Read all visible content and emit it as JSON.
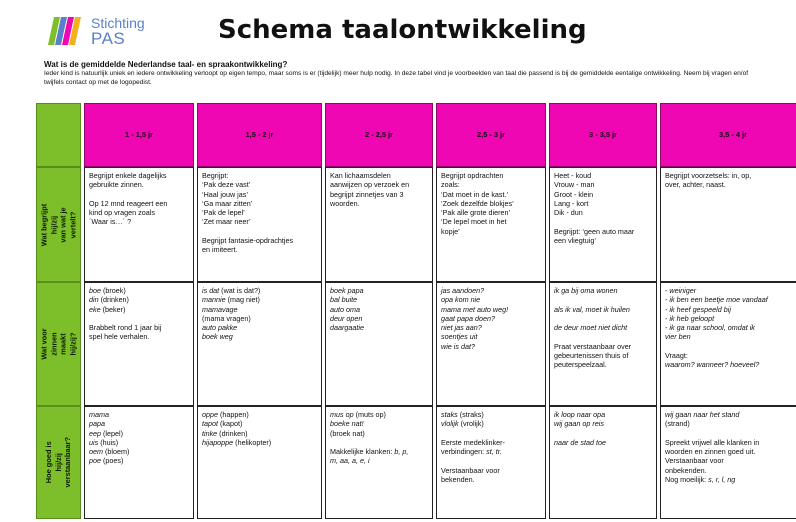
{
  "header": {
    "logo_line1": "Stichting",
    "logo_line2": "PAS",
    "title": "Schema taalontwikkeling"
  },
  "intro": {
    "question": "Wat is de gemiddelde Nederlandse taal- en spraakontwikkeling?",
    "text": "Ieder kind is natuurlijk uniek en iedere ontwikkeling verloopt op eigen tempo, maar soms is er (tijdelijk) meer hulp nodig. In deze tabel vind je voorbeelden van taal die passend is bij de gemiddelde eentalige ontwikkeling. Neem bij vragen en/of twijfels contact op met de logopedist."
  },
  "colors": {
    "green": "#7dbf2a",
    "magenta": "#ee07b2",
    "logo_blue": "#5b7fc9"
  },
  "columns": [
    "1 - 1,5 jr",
    "1,5 - 2 jr",
    "2 - 2,5 jr",
    "2,5 - 3 jr",
    "3 - 3,5 jr",
    "3,5 - 4 jr"
  ],
  "rows": [
    {
      "label": "Wat begrijpt hij/zij\nvan wat je vertelt?",
      "cells": [
        [
          [
            {
              "t": "Begrijpt enkele dagelijks"
            }
          ],
          [
            {
              "t": "gebruikte zinnen."
            }
          ],
          [
            {
              "t": ""
            }
          ],
          [
            {
              "t": "Op 12 mnd reageert een"
            }
          ],
          [
            {
              "t": "kind op vragen zoals"
            }
          ],
          [
            {
              "t": " ´Waar is…´ ?"
            }
          ]
        ],
        [
          [
            {
              "t": "Begrijpt:"
            }
          ],
          [
            {
              "t": "‘Pak deze vast’"
            }
          ],
          [
            {
              "t": "‘Haal jouw jas’"
            }
          ],
          [
            {
              "t": "‘Ga maar zitten’"
            }
          ],
          [
            {
              "t": "‘Pak de lepel’"
            }
          ],
          [
            {
              "t": "‘Zet maar neer’"
            }
          ],
          [
            {
              "t": ""
            }
          ],
          [
            {
              "t": "Begrijpt fantasie-opdrachtjes"
            }
          ],
          [
            {
              "t": "en imiteert."
            }
          ]
        ],
        [
          [
            {
              "t": "Kan lichaamsdelen"
            }
          ],
          [
            {
              "t": "aanwijzen op verzoek en"
            }
          ],
          [
            {
              "t": "begrijpt zinnetjes van 3"
            }
          ],
          [
            {
              "t": "woorden."
            }
          ]
        ],
        [
          [
            {
              "t": "Begrijpt opdrachten"
            }
          ],
          [
            {
              "t": "zoals:"
            }
          ],
          [
            {
              "t": "‘Dat moet in de kast.’"
            }
          ],
          [
            {
              "t": "‘Zoek dezelfde blokjes’"
            }
          ],
          [
            {
              "t": "‘Pak alle grote dieren’"
            }
          ],
          [
            {
              "t": "‘De lepel moet in het"
            }
          ],
          [
            {
              "t": "kopje’"
            }
          ]
        ],
        [
          [
            {
              "t": "Heet - koud"
            }
          ],
          [
            {
              "t": "Vrouw - man"
            }
          ],
          [
            {
              "t": "Groot - klein"
            }
          ],
          [
            {
              "t": "Lang - kort"
            }
          ],
          [
            {
              "t": "Dik - dun"
            }
          ],
          [
            {
              "t": ""
            }
          ],
          [
            {
              "t": "Begrijpt: ‘geen auto maar"
            }
          ],
          [
            {
              "t": "een vliegtuig’"
            }
          ]
        ],
        [
          [
            {
              "t": "Begrijpt voorzetsels: in, op,"
            }
          ],
          [
            {
              "t": "over, achter, naast."
            }
          ]
        ]
      ]
    },
    {
      "label": "Wat voor zinnen\nmaakt hij/zij?",
      "cells": [
        [
          [
            {
              "t": "boe",
              "i": true
            },
            {
              "t": " (broek)"
            }
          ],
          [
            {
              "t": "din",
              "i": true
            },
            {
              "t": " (drinken)"
            }
          ],
          [
            {
              "t": "eke",
              "i": true
            },
            {
              "t": " (beker)"
            }
          ],
          [
            {
              "t": ""
            }
          ],
          [
            {
              "t": "Brabbelt rond 1 jaar bij"
            }
          ],
          [
            {
              "t": "spel hele verhalen."
            }
          ]
        ],
        [
          [
            {
              "t": "is dat",
              "i": true
            },
            {
              "t": " (wat is dat?)"
            }
          ],
          [
            {
              "t": "mannie",
              "i": true
            },
            {
              "t": " (mag niet)"
            }
          ],
          [
            {
              "t": "mamavage",
              "i": true
            }
          ],
          [
            {
              "t": "(mama vragen)"
            }
          ],
          [
            {
              "t": "auto pakke",
              "i": true
            }
          ],
          [
            {
              "t": "boek weg",
              "i": true
            }
          ]
        ],
        [
          [
            {
              "t": "boek papa",
              "i": true
            }
          ],
          [
            {
              "t": "bal buite",
              "i": true
            }
          ],
          [
            {
              "t": "auto oma",
              "i": true
            }
          ],
          [
            {
              "t": "deur open",
              "i": true
            }
          ],
          [
            {
              "t": "daargaatie",
              "i": true
            }
          ]
        ],
        [
          [
            {
              "t": "jas aandoen?",
              "i": true
            }
          ],
          [
            {
              "t": "opa kom nie",
              "i": true
            }
          ],
          [
            {
              "t": "mama met auto weg!",
              "i": true
            }
          ],
          [
            {
              "t": "gaat papa doen?",
              "i": true
            }
          ],
          [
            {
              "t": "niet jas aan?",
              "i": true
            }
          ],
          [
            {
              "t": "soentjes uit",
              "i": true
            }
          ],
          [
            {
              "t": "wie is dat?",
              "i": true
            }
          ]
        ],
        [
          [
            {
              "t": "ik ga bij oma wonen",
              "i": true
            }
          ],
          [
            {
              "t": ""
            }
          ],
          [
            {
              "t": "als ik val, moet ik huilen",
              "i": true
            }
          ],
          [
            {
              "t": ""
            }
          ],
          [
            {
              "t": "de deur moet niet dicht",
              "i": true
            }
          ],
          [
            {
              "t": ""
            }
          ],
          [
            {
              "t": "Praat verstaanbaar over"
            }
          ],
          [
            {
              "t": "gebeurtenissen thuis of"
            }
          ],
          [
            {
              "t": "peuterspeelzaal."
            }
          ]
        ],
        [
          [
            {
              "t": "- weiniger",
              "i": true
            }
          ],
          [
            {
              "t": "- ik ben een beetje moe vandaaf",
              "i": true
            }
          ],
          [
            {
              "t": "- ik heef gespeeld bij",
              "i": true
            }
          ],
          [
            {
              "t": "- ik heb geloopt",
              "i": true
            }
          ],
          [
            {
              "t": "- ik ga naar school, omdat ik",
              "i": true
            }
          ],
          [
            {
              "t": "vier ben",
              "i": true
            }
          ],
          [
            {
              "t": ""
            }
          ],
          [
            {
              "t": "Vraagt:"
            }
          ],
          [
            {
              "t": "waarom? wanneer?  hoeveel?",
              "i": true
            }
          ]
        ]
      ]
    },
    {
      "label": "Hoe goed is hij/zij\nverstaanbaar?",
      "cells": [
        [
          [
            {
              "t": "mama",
              "i": true
            }
          ],
          [
            {
              "t": "papa",
              "i": true
            }
          ],
          [
            {
              "t": "eep",
              "i": true
            },
            {
              "t": " (lepel)"
            }
          ],
          [
            {
              "t": "uis",
              "i": true
            },
            {
              "t": " (huis)"
            }
          ],
          [
            {
              "t": "oem",
              "i": true
            },
            {
              "t": " (bloem)"
            }
          ],
          [
            {
              "t": "poe",
              "i": true
            },
            {
              "t": " (poes)"
            }
          ]
        ],
        [
          [
            {
              "t": "oppe",
              "i": true
            },
            {
              "t": " (happen)"
            }
          ],
          [
            {
              "t": "tapot",
              "i": true
            },
            {
              "t": " (kapot)"
            }
          ],
          [
            {
              "t": "tinke",
              "i": true
            },
            {
              "t": " (drinken)"
            }
          ],
          [
            {
              "t": "hijapoppe",
              "i": true
            },
            {
              "t": " (helikopter)"
            }
          ]
        ],
        [
          [
            {
              "t": "mus op",
              "i": true
            },
            {
              "t": " (muts op)"
            }
          ],
          [
            {
              "t": "boeke nat!",
              "i": true
            }
          ],
          [
            {
              "t": "(broek nat)"
            }
          ],
          [
            {
              "t": ""
            }
          ],
          [
            {
              "t": "Makkelijke klanken: "
            },
            {
              "t": "b, p,",
              "i": true
            }
          ],
          [
            {
              "t": "m, aa, a, e, i",
              "i": true
            }
          ]
        ],
        [
          [
            {
              "t": "staks",
              "i": true
            },
            {
              "t": " (straks)"
            }
          ],
          [
            {
              "t": "vlolijk",
              "i": true
            },
            {
              "t": " (vrolijk)"
            }
          ],
          [
            {
              "t": ""
            }
          ],
          [
            {
              "t": "Eerste medeklinker-"
            }
          ],
          [
            {
              "t": "verbindingen: "
            },
            {
              "t": "st, tr.",
              "i": true
            }
          ],
          [
            {
              "t": ""
            }
          ],
          [
            {
              "t": "Verstaanbaar voor"
            }
          ],
          [
            {
              "t": "bekenden."
            }
          ]
        ],
        [
          [
            {
              "t": "ik loop naar opa",
              "i": true
            }
          ],
          [
            {
              "t": "wij gaan op reis",
              "i": true
            }
          ],
          [
            {
              "t": ""
            }
          ],
          [
            {
              "t": "naar de stad toe",
              "i": true
            }
          ]
        ],
        [
          [
            {
              "t": "wij   gaan   naar   het   stand",
              "i": true
            }
          ],
          [
            {
              "t": "(strand)"
            }
          ],
          [
            {
              "t": ""
            }
          ],
          [
            {
              "t": "Spreekt vrijwel alle klanken in"
            }
          ],
          [
            {
              "t": "woorden en zinnen goed uit."
            }
          ],
          [
            {
              "t": "Verstaanbaar voor"
            }
          ],
          [
            {
              "t": "onbekenden."
            }
          ],
          [
            {
              "t": "Nog moeilijk: "
            },
            {
              "t": "s, r, l, ng",
              "i": true
            }
          ]
        ]
      ]
    }
  ]
}
